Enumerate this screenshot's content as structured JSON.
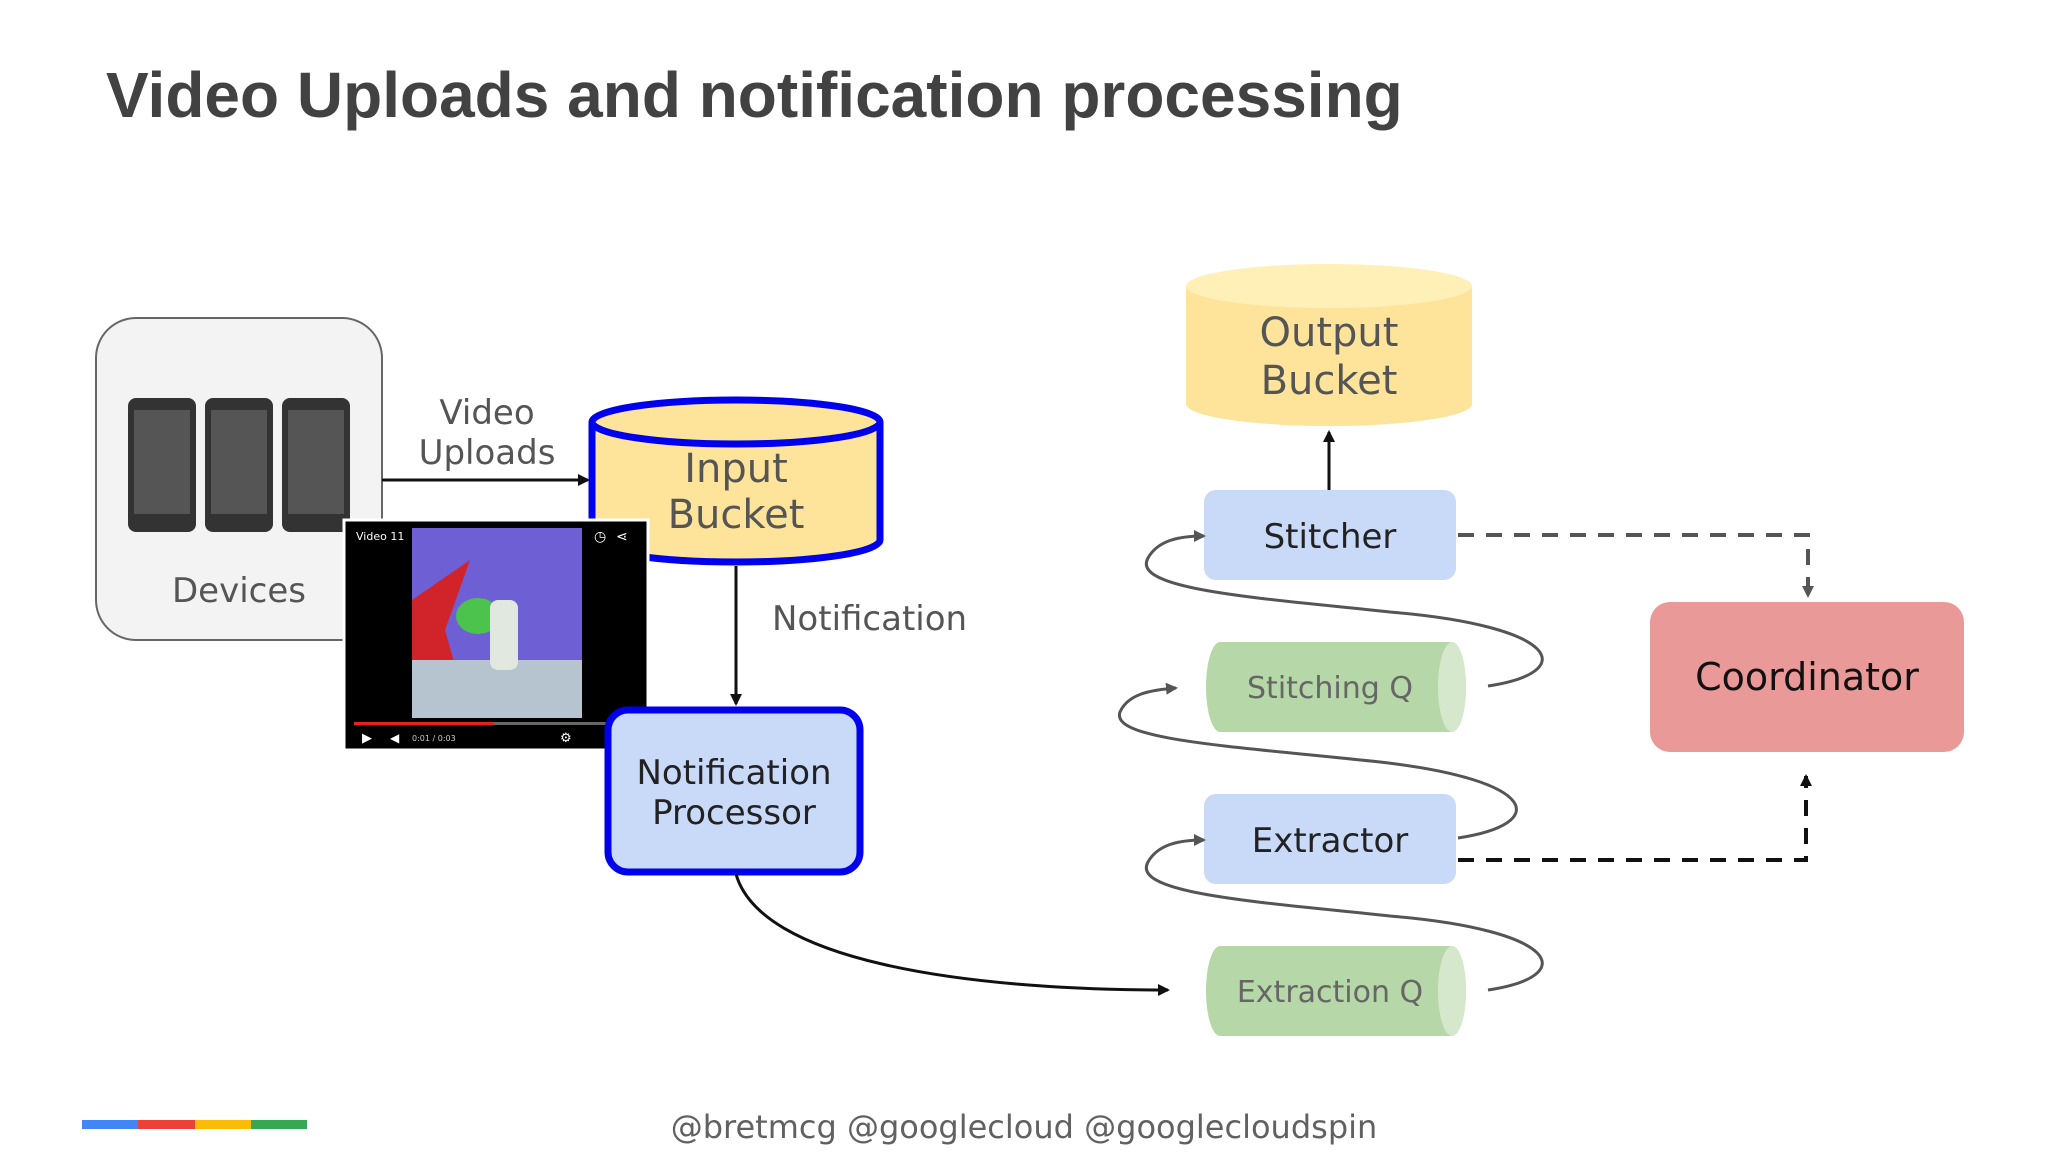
{
  "slide": {
    "title": "Video Uploads and notification processing",
    "footer": "@bretmcg  @googlecloud @googlecloudspin"
  },
  "nodes": {
    "devices": {
      "label": "Devices"
    },
    "input_bucket": {
      "line1": "Input",
      "line2": "Bucket"
    },
    "notification_processor": {
      "line1": "Notification",
      "line2": "Processor"
    },
    "output_bucket": {
      "line1": "Output",
      "line2": "Bucket"
    },
    "stitcher": {
      "label": "Stitcher"
    },
    "stitching_q": {
      "label": "Stitching Q"
    },
    "extractor": {
      "label": "Extractor"
    },
    "extraction_q": {
      "label": "Extraction Q"
    },
    "coordinator": {
      "label": "Coordinator"
    }
  },
  "edges": {
    "video_uploads": {
      "line1": "Video",
      "line2": "Uploads"
    },
    "notification": {
      "label": "Notification"
    }
  },
  "video_thumbnail": {
    "title": "Video 11",
    "time": "0:01 / 0:03"
  },
  "colors": {
    "bucket_fill": "#fde49a",
    "bucket_stroke_input": "#0000ee",
    "processor_fill": "#c9daf8",
    "service_fill": "#c9daf8",
    "queue_fill": "#b6d7a8",
    "coordinator_fill": "#ea9999",
    "google_blue": "#4285f4",
    "google_red": "#ea4335",
    "google_yellow": "#fbbc05",
    "google_green": "#34a853"
  }
}
